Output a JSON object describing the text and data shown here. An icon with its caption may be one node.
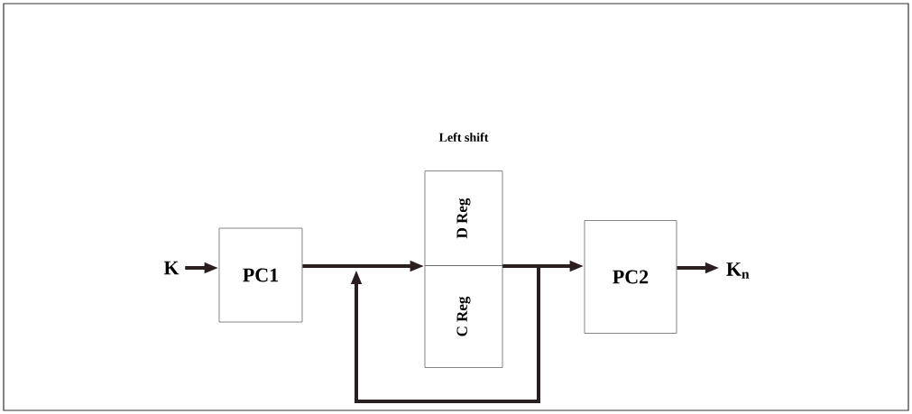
{
  "diagram": {
    "nodes": [
      {
        "text": [
          "K"
        ]
      },
      {
        "text": [
          "PC1"
        ]
      },
      {
        "text": [
          "D Reg"
        ]
      },
      {
        "text": [
          "C Reg"
        ]
      },
      {
        "text": [
          "PC2"
        ]
      },
      {
        "text": [
          "K$_{n}$"
        ]
      }
    ],
    "edges": [
      {
        "from": 0,
        "to": 1,
        "arrow": "to"
      },
      {
        "from": 1,
        "to": 2,
        "arrow": "to"
      },
      {
        "from": 2,
        "to": 4,
        "arrow": "to"
      },
      {
        "from": 2,
        "to": null,
        "arrow": "to"
      },
      {
        "from": 4,
        "to": 5,
        "arrow": "to"
      }
    ],
    "labels": [
      "Left shift"
    ]
  }
}
